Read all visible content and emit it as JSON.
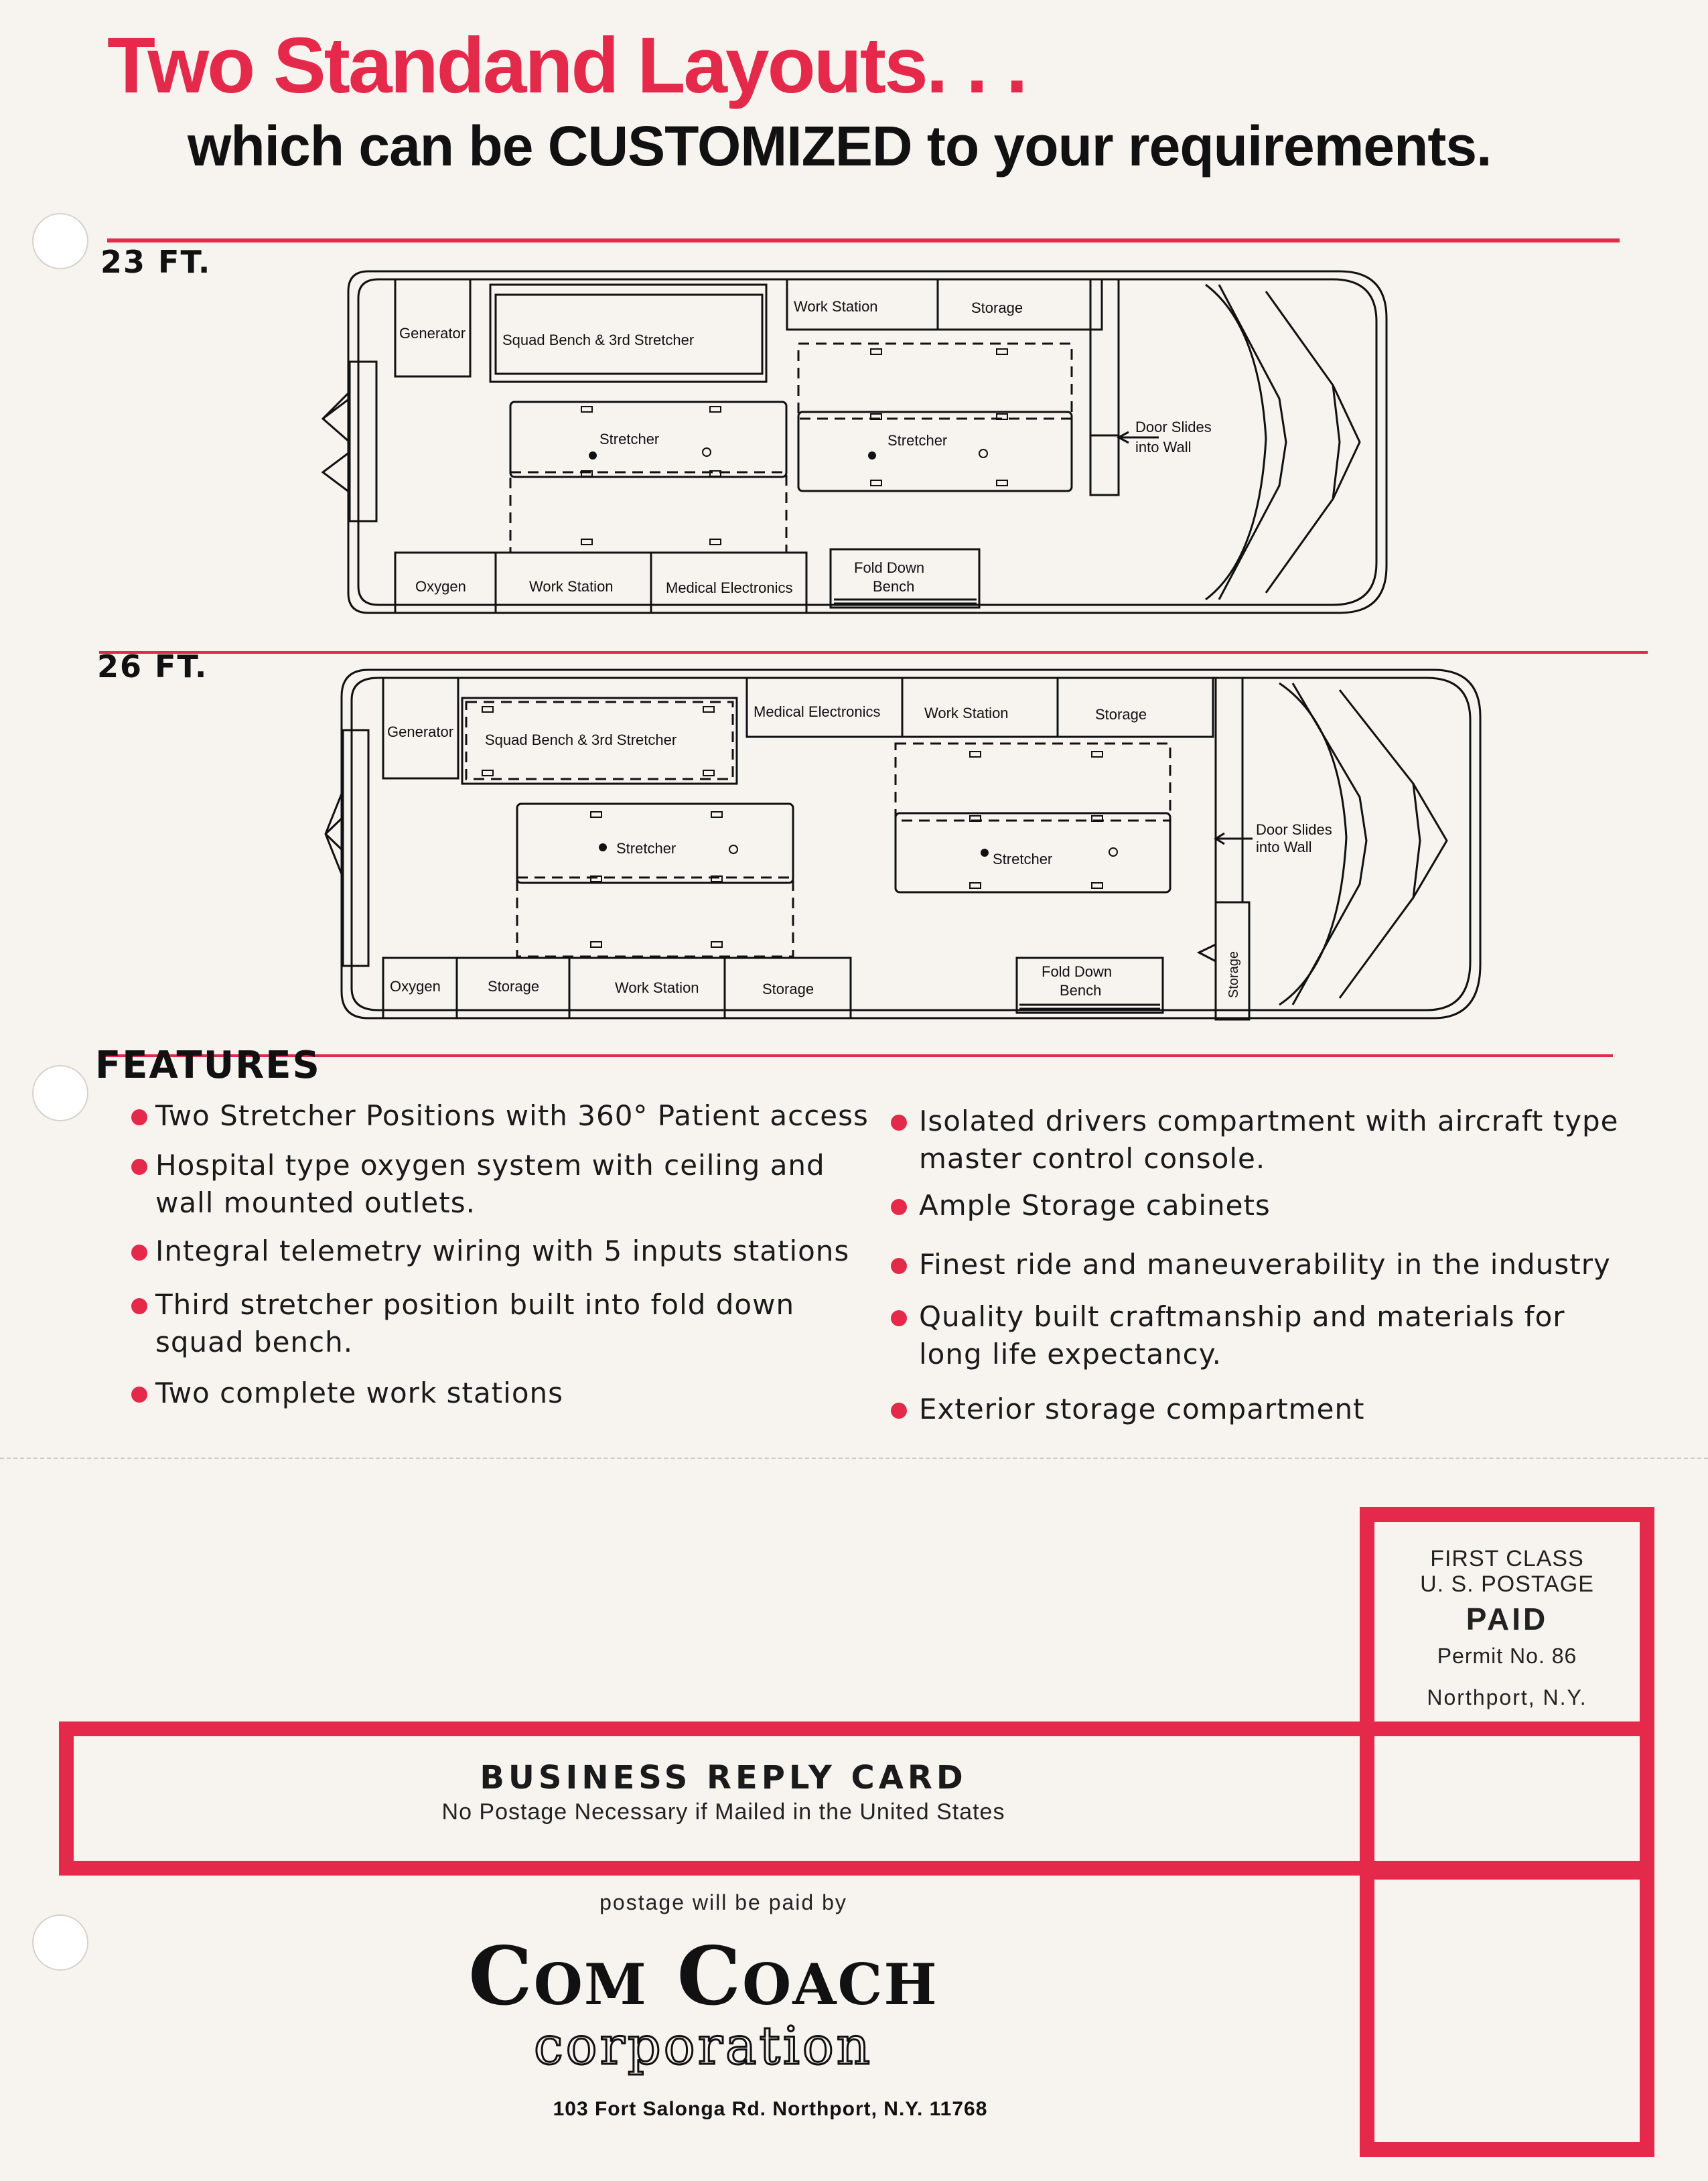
{
  "header": {
    "headline": "Two Standand Layouts. . .",
    "subhead": "which can be CUSTOMIZED to your requirements."
  },
  "layout_23": {
    "size_label": "23 FT.",
    "generator": "Generator",
    "squad_bench": "Squad Bench & 3rd Stretcher",
    "work_station_top": "Work Station",
    "storage_top": "Storage",
    "stretcher_left": "Stretcher",
    "stretcher_right": "Stretcher",
    "door_line1": "Door Slides",
    "door_line2": "into Wall",
    "oxygen": "Oxygen",
    "work_station_bottom": "Work Station",
    "medical_electronics": "Medical Electronics",
    "fold_line1": "Fold Down",
    "fold_line2": "Bench"
  },
  "layout_26": {
    "size_label": "26 FT.",
    "generator": "Generator",
    "squad_bench": "Squad Bench & 3rd Stretcher",
    "medical_electronics": "Medical Electronics",
    "work_station_top": "Work Station",
    "storage_top": "Storage",
    "stretcher_left": "Stretcher",
    "stretcher_right": "Stretcher",
    "door_line1": "Door Slides",
    "door_line2": "into Wall",
    "oxygen": "Oxygen",
    "storage_bottom_1": "Storage",
    "work_station_bottom": "Work Station",
    "storage_bottom_2": "Storage",
    "fold_line1": "Fold Down",
    "fold_line2": "Bench",
    "storage_vertical": "Storage"
  },
  "features": {
    "title": "FEATURES",
    "left": [
      {
        "line1": "Two Stretcher Positions with 360° Patient access",
        "line2": ""
      },
      {
        "line1": "Hospital type oxygen system with ceiling and",
        "line2": "wall mounted outlets."
      },
      {
        "line1": "Integral telemetry wiring with 5 inputs stations",
        "line2": ""
      },
      {
        "line1": "Third stretcher position built into fold down",
        "line2": "squad bench."
      },
      {
        "line1": "Two complete work stations",
        "line2": ""
      }
    ],
    "right": [
      {
        "line1": "Isolated drivers compartment with aircraft type",
        "line2": "master control console."
      },
      {
        "line1": "Ample Storage cabinets",
        "line2": ""
      },
      {
        "line1": "Finest ride and maneuverability in the industry",
        "line2": ""
      },
      {
        "line1": "Quality built craftmanship and materials for",
        "line2": "long life expectancy."
      },
      {
        "line1": "Exterior storage compartment",
        "line2": ""
      }
    ]
  },
  "postage": {
    "line1": "FIRST CLASS",
    "line2": "U. S. POSTAGE",
    "paid": "PAID",
    "permit": "Permit No. 86",
    "city": "Northport, N.Y."
  },
  "reply_card": {
    "title": "BUSINESS REPLY CARD",
    "subtitle": "No Postage Necessary if Mailed in the United States",
    "paid_by": "postage will be paid by",
    "company": "Com Coach",
    "company_sub": "corporation",
    "address": "103 Fort Salonga Rd. Northport, N.Y. 11768"
  },
  "colors": {
    "accent_red": "#e5294a",
    "ink": "#111111",
    "paper": "#f7f3ef"
  }
}
